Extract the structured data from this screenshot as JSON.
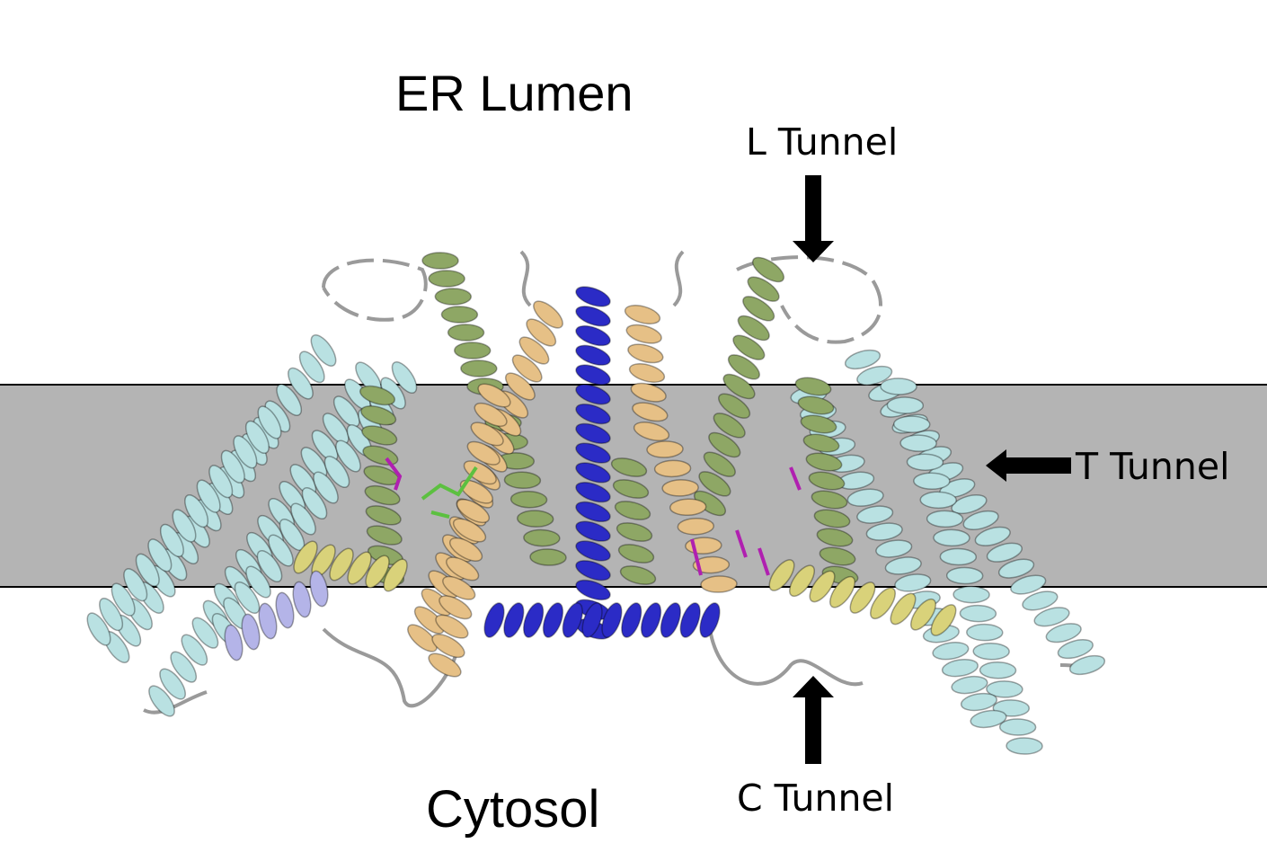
{
  "labels": {
    "er_lumen": "ER Lumen",
    "cytosol": "Cytosol",
    "l_tunnel": "L Tunnel",
    "t_tunnel": "T Tunnel",
    "c_tunnel": "C Tunnel"
  },
  "colors": {
    "membrane": "#b4b4b4",
    "helix_cyan": "#b9e1e2",
    "helix_green": "#8ea765",
    "helix_tan": "#e6c086",
    "helix_blue": "#2b2bc6",
    "helix_yellow": "#d9d27a",
    "helix_lavender": "#b4b4e8",
    "loop": "#9a9a9a",
    "ligand_magenta": "#b020b0",
    "ligand_green": "#5cc040"
  }
}
